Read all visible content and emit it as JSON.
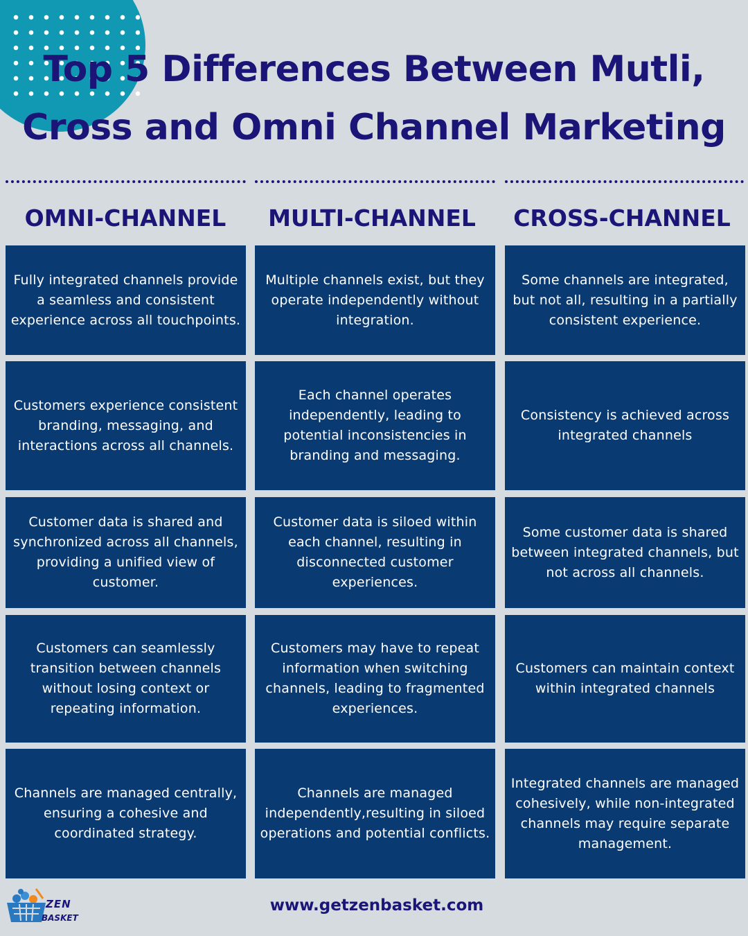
{
  "title": {
    "line1": "Top 5 Differences Between Mutli,",
    "line2": "Cross and Omni Channel Marketing"
  },
  "columns": [
    {
      "header": "OMNI-CHANNEL",
      "cells": [
        "Fully integrated channels provide a seamless and consistent experience across all touchpoints.",
        "Customers experience consistent branding, messaging, and interactions across all channels.",
        "Customer data is shared and synchronized across all channels, providing a unified view of customer.",
        "Customers can seamlessly transition between channels without losing context or repeating information.",
        "Channels are managed centrally, ensuring a cohesive and coordinated strategy."
      ]
    },
    {
      "header": "MULTI-CHANNEL",
      "cells": [
        "Multiple channels exist, but they operate independently without integration.",
        "Each channel operates independently, leading to potential inconsistencies in branding and messaging.",
        "Customer data is siloed within each channel, resulting in disconnected customer experiences.",
        "Customers may have to repeat information when switching channels, leading to fragmented experiences.",
        "Channels are managed independently,resulting in siloed operations and potential conflicts."
      ]
    },
    {
      "header": "CROSS-CHANNEL",
      "cells": [
        "Some channels are integrated, but not all, resulting in a partially consistent experience.",
        "Consistency is achieved across integrated channels",
        "Some customer data is shared between integrated channels, but not across all channels.",
        "Customers can maintain context within integrated channels",
        "Integrated channels are managed cohesively, while non-integrated channels may require separate management."
      ]
    }
  ],
  "footer": {
    "url": "www.getzenbasket.com"
  },
  "logo": {
    "line1": "ZEN",
    "line2": "BASKET"
  },
  "colors": {
    "background": "#d6dbe0",
    "cell": "#093a72",
    "heading": "#1a1577",
    "accent": "#1199b4"
  }
}
